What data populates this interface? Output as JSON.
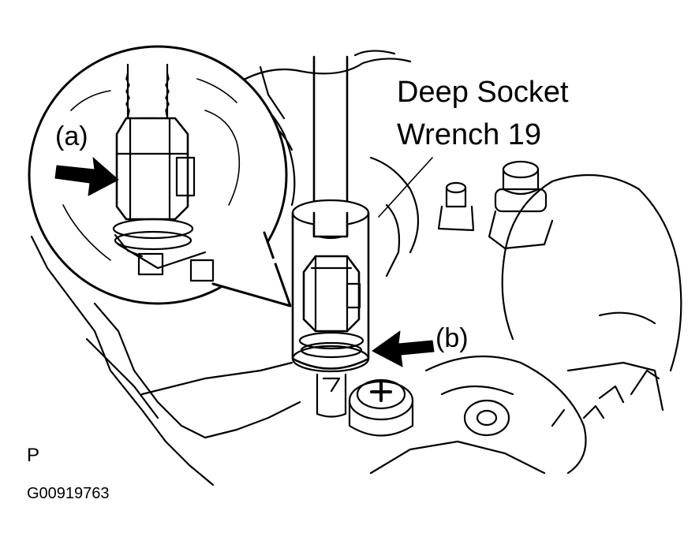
{
  "figure": {
    "tool_label_line1": "Deep Socket",
    "tool_label_line2": "Wrench 19",
    "callout_a": "(a)",
    "callout_b": "(b)",
    "view_code": "P",
    "figure_id": "G00919763"
  },
  "colors": {
    "ink": "#000000",
    "paper": "#ffffff"
  }
}
